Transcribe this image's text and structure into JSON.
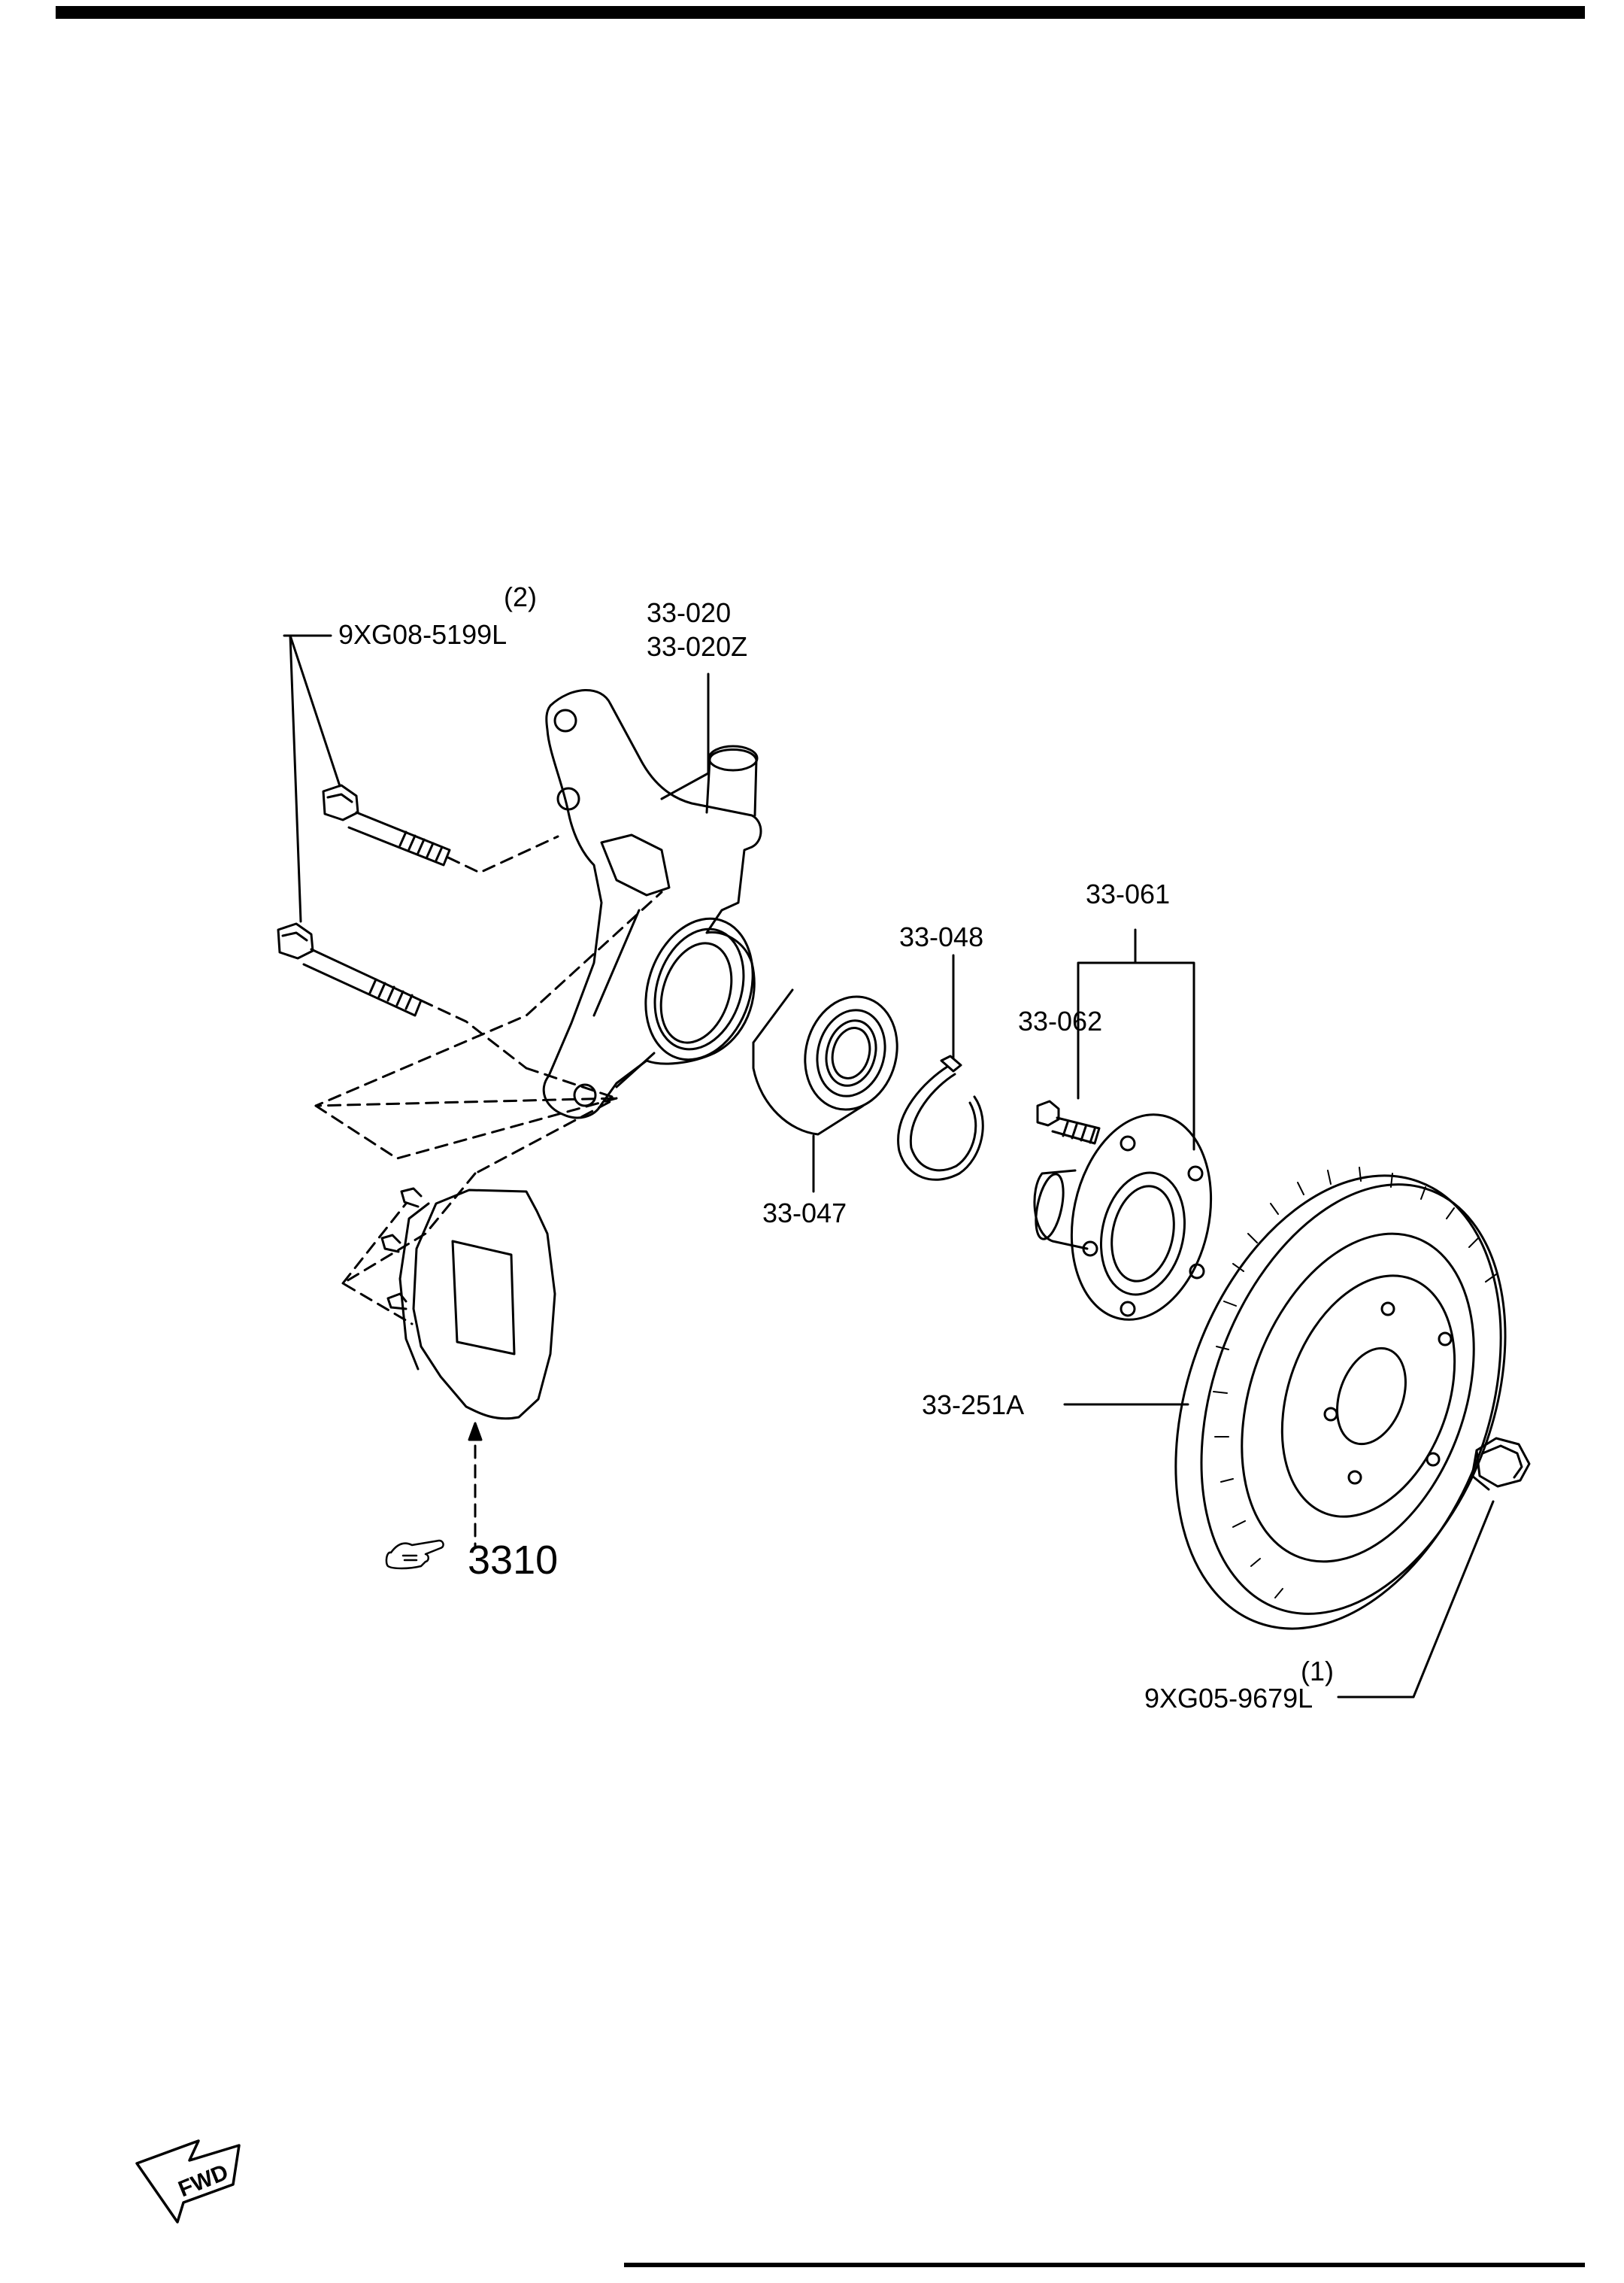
{
  "parts": {
    "bolt": {
      "qty": "(2)",
      "number": "9XG08-5199L"
    },
    "knuckle": {
      "number": "33-020",
      "number_alt": "33-020Z"
    },
    "snap_ring": {
      "number": "33-048"
    },
    "hub": {
      "number": "33-061"
    },
    "hub_bolt": {
      "number": "33-062"
    },
    "bearing": {
      "number": "33-047"
    },
    "disc": {
      "number": "33-251A"
    },
    "nut": {
      "qty": "(1)",
      "number": "9XG05-9679L"
    },
    "caliper_ref": {
      "number": "3310"
    }
  },
  "fwd_arrow": {
    "label": "FWD"
  }
}
